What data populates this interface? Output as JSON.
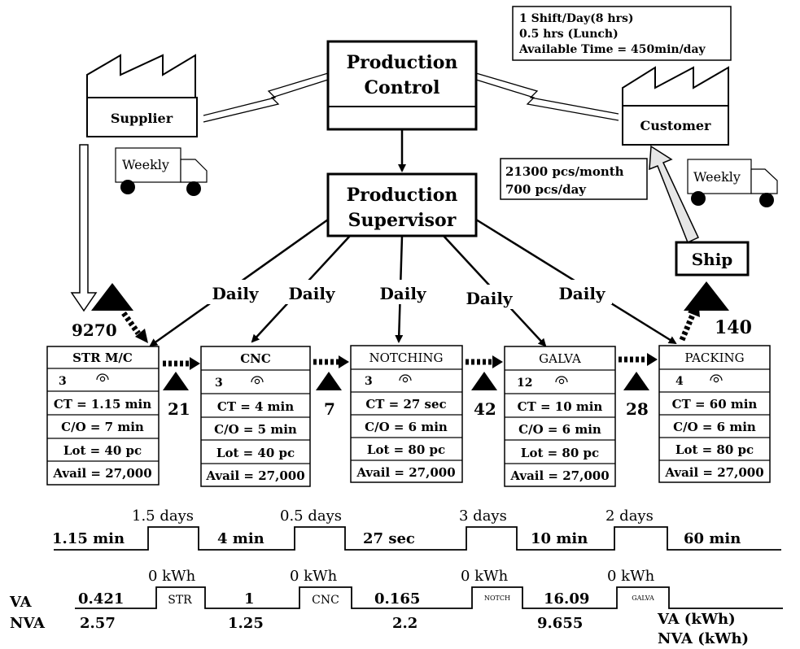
{
  "info_box": {
    "line1": "1 Shift/Day(8 hrs)",
    "line2": "0.5 hrs (Lunch)",
    "line3": "Available Time = 450min/day"
  },
  "production_control": {
    "line1": "Production",
    "line2": "Control"
  },
  "production_supervisor": {
    "line1": "Production",
    "line2": "Supervisor"
  },
  "supplier": {
    "label": "Supplier"
  },
  "customer": {
    "label": "Customer"
  },
  "supplier_truck": {
    "label": "Weekly"
  },
  "customer_truck": {
    "label": "Weekly"
  },
  "demand": {
    "line1": "21300 pcs/month",
    "line2": "700 pcs/day"
  },
  "ship": {
    "label": "Ship"
  },
  "schedule_labels": [
    "Daily",
    "Daily",
    "Daily",
    "Daily",
    "Daily"
  ],
  "inventory": {
    "raw": "9270",
    "after_str": "21",
    "after_cnc": "7",
    "after_notch": "42",
    "after_galva": "28",
    "finished": "140"
  },
  "processes": [
    {
      "name": "STR M/C",
      "operators": "3",
      "ct": "CT = 1.15 min",
      "co": "C/O = 7 min",
      "lot": "Lot = 40 pc",
      "avail": "Avail = 27,000"
    },
    {
      "name": "CNC",
      "operators": "3",
      "ct": "CT = 4 min",
      "co": "C/O = 5 min",
      "lot": "Lot = 40 pc",
      "avail": "Avail = 27,000"
    },
    {
      "name": "NOTCHING",
      "operators": "3",
      "ct": "CT = 27 sec",
      "co": "C/O = 6 min",
      "lot": "Lot = 80 pc",
      "avail": "Avail = 27,000"
    },
    {
      "name": "GALVA",
      "operators": "12",
      "ct": "CT = 10 min",
      "co": "C/O = 6 min",
      "lot": "Lot = 80 pc",
      "avail": "Avail = 27,000"
    },
    {
      "name": "PACKING",
      "operators": "4",
      "ct": "CT = 60 min",
      "co": "C/O = 6 min",
      "lot": "Lot = 80 pc",
      "avail": "Avail = 27,000"
    }
  ],
  "timeline": {
    "va_times": [
      "1.15 min",
      "4 min",
      "27 sec",
      "10 min",
      "60 min"
    ],
    "wait_times": [
      "1.5 days",
      "0.5 days",
      "3 days",
      "2 days"
    ]
  },
  "energy": {
    "va_label": "VA",
    "nva_label": "NVA",
    "step_top": [
      "0 kWh",
      "0 kWh",
      "0 kWh",
      "0 kWh"
    ],
    "step_names": [
      "STR",
      "CNC",
      "NOTCH",
      "GALVA"
    ],
    "va_values": [
      "0.421",
      "1",
      "0.165",
      "16.09"
    ],
    "nva_values": [
      "2.57",
      "1.25",
      "2.2",
      "9.655"
    ],
    "va_unit": "VA (kWh)",
    "nva_unit": "NVA (kWh)"
  }
}
